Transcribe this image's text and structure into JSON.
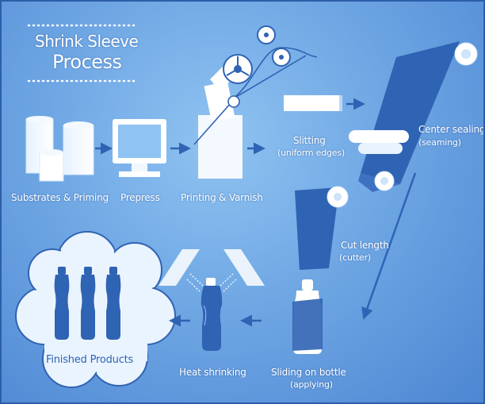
{
  "title": {
    "line1": "Shrink Sleeve",
    "line2": "Process"
  },
  "steps": {
    "substrates": "Substrates & Priming",
    "prepress": "Prepress",
    "printing": "Printing & Varnish",
    "slitting": "Slitting",
    "slitting_note": "(uniform edges)",
    "center_sealing": "Center sealing",
    "center_sealing_note": "(seaming)",
    "cut_length": "Cut length",
    "cut_length_note": "(cutter)",
    "sliding": "Sliding on bottle",
    "sliding_note": "(applying)",
    "heat_shrinking": "Heat shrinking",
    "finished": "Finished Products"
  },
  "colors": {
    "background": "#6fa7e4",
    "film_blue": "#2f63b3",
    "light": "#ffffff",
    "arrow": "#2f63b3"
  }
}
